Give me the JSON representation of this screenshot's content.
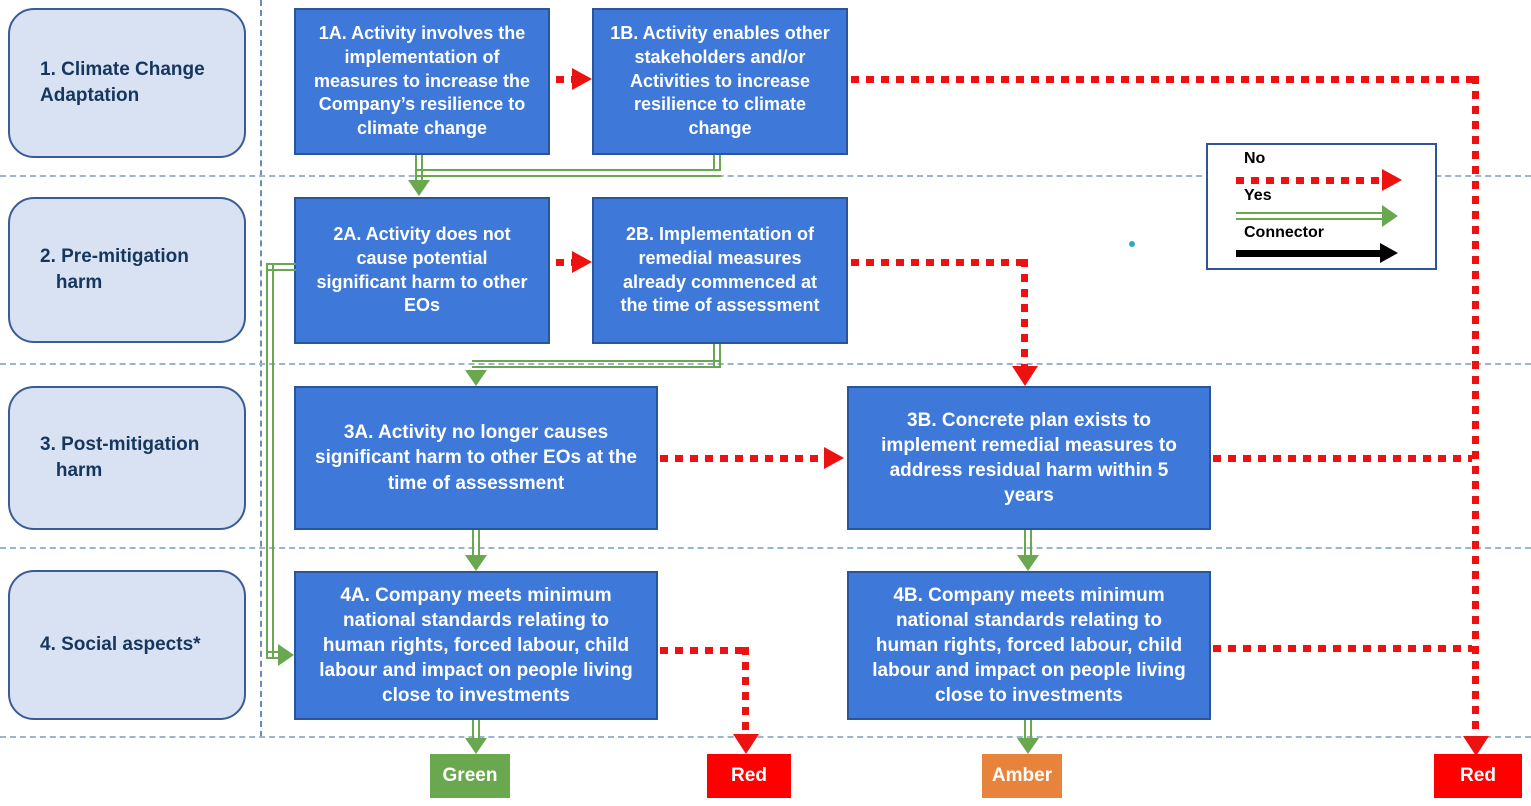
{
  "diagram": {
    "row_labels": [
      {
        "text": "1. Climate Change\nAdaptation"
      },
      {
        "text": "2. Pre-mitigation\n   harm"
      },
      {
        "text": "3. Post-mitigation\n   harm"
      },
      {
        "text": "4. Social aspects*"
      }
    ],
    "nodes": {
      "n1a": "1A. Activity involves the implementation of measures to increase the Company’s resilience to climate change",
      "n1b": "1B. Activity enables other stakeholders and/or Activities to increase resilience to climate change",
      "n2a": "2A. Activity does not cause potential significant harm to other EOs",
      "n2b": "2B. Implementation of remedial measures already commenced at the time of assessment",
      "n3a": "3A. Activity no longer causes significant harm to other EOs at the time of assessment",
      "n3b": "3B. Concrete plan exists to implement remedial measures to address residual harm within 5 years",
      "n4a": "4A. Company meets minimum national standards relating to human rights, forced labour, child labour and impact on people living close to investments",
      "n4b": "4B. Company meets minimum national standards relating to human rights, forced labour, child labour and impact on people living close to investments"
    },
    "legend": {
      "items": [
        {
          "label": "No",
          "type": "red-dashed-arrow"
        },
        {
          "label": "Yes",
          "type": "green-double-arrow"
        },
        {
          "label": "Connector",
          "type": "black-solid-arrow"
        }
      ]
    },
    "outcomes": [
      {
        "label": "Green",
        "color": "#6AA84F"
      },
      {
        "label": "Red",
        "color": "#FF0000"
      },
      {
        "label": "Amber",
        "color": "#E8833C"
      },
      {
        "label": "Red",
        "color": "#FF0000"
      }
    ],
    "colors": {
      "node_fill": "#3E78D8",
      "node_border": "#2A5699",
      "row_label_fill": "#D9E2F3",
      "row_label_border": "#3A5B96",
      "row_label_text": "#17365D",
      "no_arrow_red": "#EE1111",
      "yes_arrow_green": "#6AA84F",
      "connector_black": "#000000"
    }
  }
}
